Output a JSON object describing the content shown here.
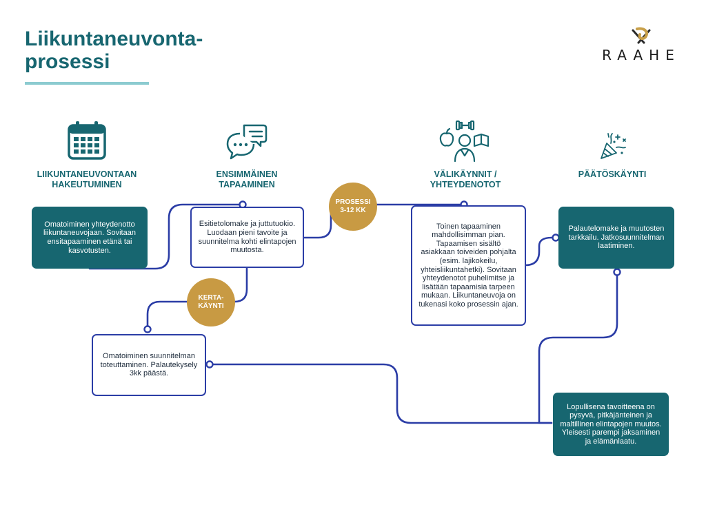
{
  "colors": {
    "teal": "#176670",
    "accent_line": "#8ccbd0",
    "connector": "#2b3da6",
    "badge_gold": "#c89a43"
  },
  "header": {
    "title_line1": "Liikuntaneuvonta-",
    "title_line2": "prosessi",
    "logo_text": "RAAHE",
    "logo_icon": "raahe-crest-icon"
  },
  "stages": [
    {
      "label_line1": "LIIKUNTANEUVONTAAN",
      "label_line2": "HAKEUTUMINEN",
      "icon": "calendar-icon"
    },
    {
      "label_line1": "ENSIMMÄINEN",
      "label_line2": "TAPAAMINEN",
      "icon": "chat-bubbles-icon"
    },
    {
      "label_line1": "VÄLIKÄYNNIT /",
      "label_line2": "YHTEYDENOTOT",
      "icon": "person-with-dumbbell-apple-book-icon"
    },
    {
      "label_line1": "PÄÄTÖSKÄYNTI",
      "label_line2": "",
      "icon": "party-popper-icon"
    }
  ],
  "boxes": {
    "self_contact": "Omatoiminen yhteydenotto liikuntaneuvojaan. Sovitaan ensitapaaminen etänä tai kasvotusten.",
    "first_meeting": "Esitietolomake ja juttutuokio. Luodaan pieni tavoite ja suunnitelma kohti elintapojen muutosta.",
    "self_plan": "Omatoiminen suunnitelman toteuttaminen. Palautekysely 3kk päästä.",
    "follow_up": "Toinen tapaaminen mahdollisimman pian. Tapaamisen sisältö asiakkaan toiveiden pohjalta (esim. lajikokeilu, yhteisliikuntahetki). Sovitaan yhteydenotot puhelimitse ja lisätään tapaamisia tarpeen mukaan. Liikuntaneuvoja on tukenasi koko prosessin ajan.",
    "final_visit": "Palautelomake ja muutosten tarkkailu. Jatkosuunnitelman laatiminen.",
    "goal": "Lopullisena tavoitteena on pysyvä, pitkäjänteinen ja maltillinen elintapojen muutos. Yleisesti parempi jaksaminen ja elämänlaatu."
  },
  "badges": {
    "process_line1": "PROSESSI",
    "process_line2": "3-12 KK",
    "single_line1": "KERTA-",
    "single_line2": "KÄYNTI"
  }
}
